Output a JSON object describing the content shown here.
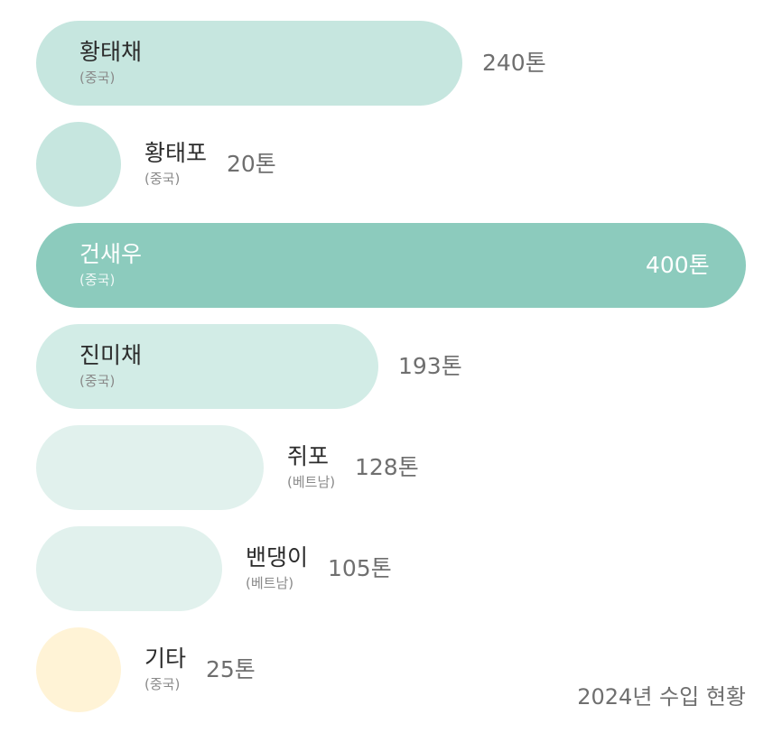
{
  "chart_data": {
    "type": "bar",
    "orientation": "horizontal",
    "caption": "2024년 수입 현황",
    "unit": "톤",
    "max_value": 400,
    "items": [
      {
        "name": "황태채",
        "origin": "(중국)",
        "value": 240,
        "value_label": "240톤",
        "color": "#c6e6df",
        "highlight": false
      },
      {
        "name": "황태포",
        "origin": "(중국)",
        "value": 20,
        "value_label": "20톤",
        "color": "#c6e6df",
        "highlight": false
      },
      {
        "name": "건새우",
        "origin": "(중국)",
        "value": 400,
        "value_label": "400톤",
        "color": "#8ccbbd",
        "highlight": true
      },
      {
        "name": "진미채",
        "origin": "(중국)",
        "value": 193,
        "value_label": "193톤",
        "color": "#d2ece6",
        "highlight": false
      },
      {
        "name": "쥐포",
        "origin": "(베트남)",
        "value": 128,
        "value_label": "128톤",
        "color": "#e1f1ed",
        "highlight": false
      },
      {
        "name": "밴댕이",
        "origin": "(베트남)",
        "value": 105,
        "value_label": "105톤",
        "color": "#e1f1ed",
        "highlight": false
      },
      {
        "name": "기타",
        "origin": "(중국)",
        "value": 25,
        "value_label": "25톤",
        "color": "#fff3d6",
        "highlight": false
      }
    ]
  }
}
